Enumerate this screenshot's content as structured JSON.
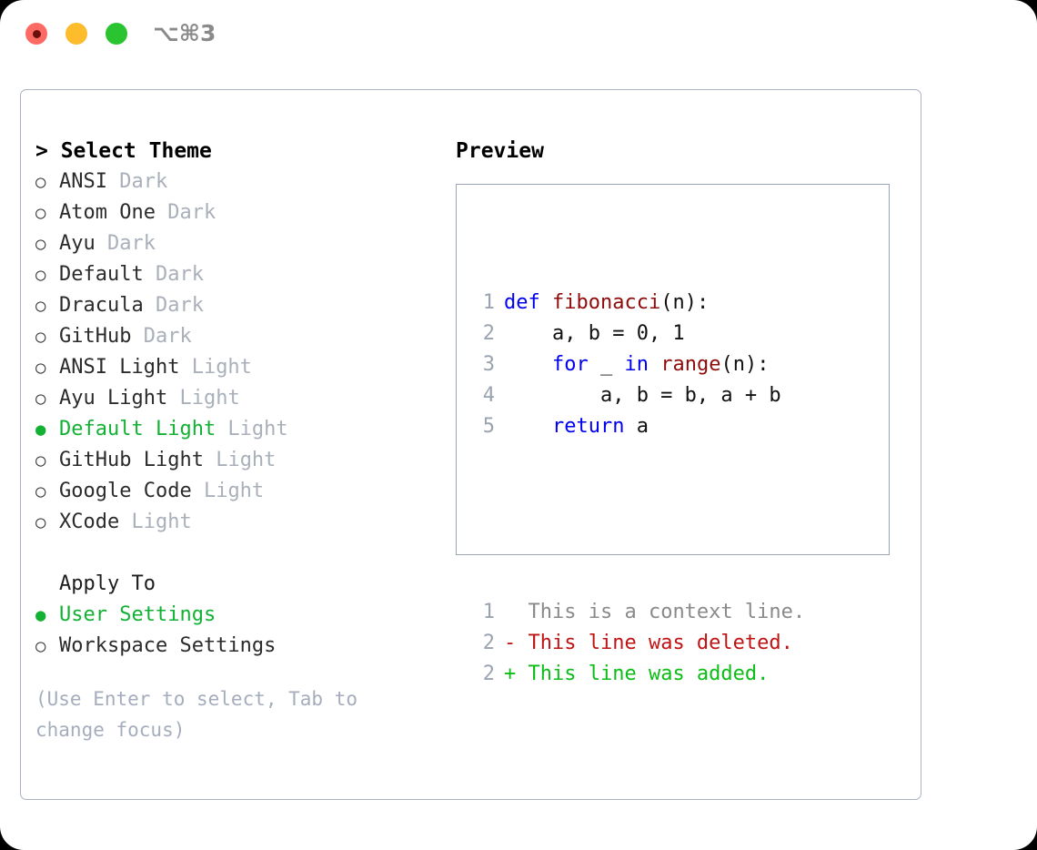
{
  "window": {
    "title": "⌥⌘3",
    "traffic_lights": [
      "close-button",
      "minimize-button",
      "maximize-button"
    ],
    "colors": {
      "close": "#fb6a63",
      "minimize": "#fdbc2c",
      "maximize": "#2ac430",
      "accent_green": "#12b134",
      "muted": "#aab0ba",
      "border": "#aab3c2"
    }
  },
  "theme_list": {
    "header": "> Select Theme",
    "items": [
      {
        "marker": "○",
        "label": "ANSI",
        "suffix": "Dark",
        "selected": false
      },
      {
        "marker": "○",
        "label": "Atom One",
        "suffix": "Dark",
        "selected": false
      },
      {
        "marker": "○",
        "label": "Ayu",
        "suffix": "Dark",
        "selected": false
      },
      {
        "marker": "○",
        "label": "Default",
        "suffix": "Dark",
        "selected": false
      },
      {
        "marker": "○",
        "label": "Dracula",
        "suffix": "Dark",
        "selected": false
      },
      {
        "marker": "○",
        "label": "GitHub",
        "suffix": "Dark",
        "selected": false
      },
      {
        "marker": "○",
        "label": "ANSI Light",
        "suffix": "Light",
        "selected": false
      },
      {
        "marker": "○",
        "label": "Ayu Light",
        "suffix": "Light",
        "selected": false
      },
      {
        "marker": "●",
        "label": "Default Light",
        "suffix": "Light",
        "selected": true
      },
      {
        "marker": "○",
        "label": "GitHub Light",
        "suffix": "Light",
        "selected": false
      },
      {
        "marker": "○",
        "label": "Google Code",
        "suffix": "Light",
        "selected": false
      },
      {
        "marker": "○",
        "label": "XCode",
        "suffix": "Light",
        "selected": false
      }
    ]
  },
  "apply_to": {
    "header": "Apply To",
    "items": [
      {
        "marker": "●",
        "label": "User Settings",
        "selected": true
      },
      {
        "marker": "○",
        "label": "Workspace Settings",
        "selected": false
      }
    ]
  },
  "hint": "(Use Enter to select, Tab to change focus)",
  "preview": {
    "header": "Preview",
    "code_lines": [
      {
        "no": "1",
        "tokens": [
          {
            "t": "def ",
            "k": "kw"
          },
          {
            "t": "fibonacci",
            "k": "fn"
          },
          {
            "t": "(n):",
            "k": "plain"
          }
        ]
      },
      {
        "no": "2",
        "tokens": [
          {
            "t": "    a, b = 0, 1",
            "k": "plain"
          }
        ]
      },
      {
        "no": "3",
        "tokens": [
          {
            "t": "    ",
            "k": "plain"
          },
          {
            "t": "for",
            "k": "kw"
          },
          {
            "t": " _ ",
            "k": "plain"
          },
          {
            "t": "in",
            "k": "kw"
          },
          {
            "t": " ",
            "k": "plain"
          },
          {
            "t": "range",
            "k": "fn"
          },
          {
            "t": "(n):",
            "k": "plain"
          }
        ]
      },
      {
        "no": "4",
        "tokens": [
          {
            "t": "        a, b = b, a + b",
            "k": "plain"
          }
        ]
      },
      {
        "no": "5",
        "tokens": [
          {
            "t": "    ",
            "k": "plain"
          },
          {
            "t": "return",
            "k": "kw"
          },
          {
            "t": " a",
            "k": "plain"
          }
        ]
      }
    ],
    "diff_lines": [
      {
        "no": "1",
        "sign": " ",
        "text": "This is a context line.",
        "kind": "context"
      },
      {
        "no": "2",
        "sign": "-",
        "text": "This line was deleted.",
        "kind": "delete"
      },
      {
        "no": "2",
        "sign": "+",
        "text": "This line was added.",
        "kind": "add"
      }
    ]
  }
}
